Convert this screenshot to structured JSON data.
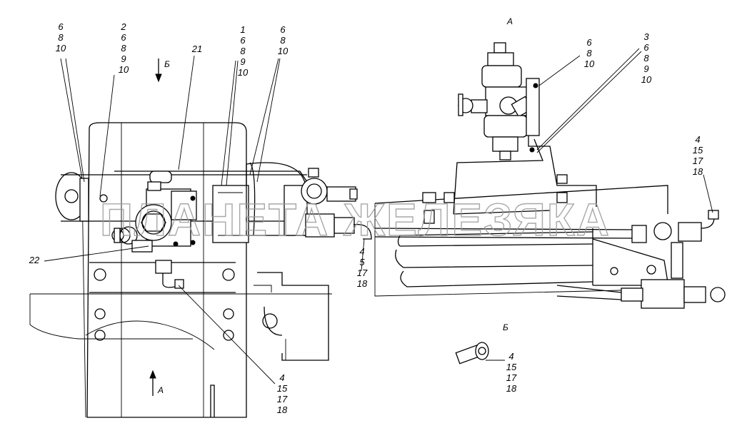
{
  "view_labels": {
    "view_a_top": "А",
    "view_b_top": "Б",
    "view_a_bottom": "А",
    "view_b_right": "Б"
  },
  "callouts": {
    "c1": [
      "6",
      "8",
      "10"
    ],
    "c2": [
      "2",
      "6",
      "8",
      "9",
      "10"
    ],
    "c3": [
      "21"
    ],
    "c4": [
      "1",
      "6",
      "8",
      "9",
      "10"
    ],
    "c5": [
      "6",
      "8",
      "10"
    ],
    "c6": [
      "6",
      "8",
      "10"
    ],
    "c7": [
      "3",
      "6",
      "8",
      "9",
      "10"
    ],
    "c8": [
      "4",
      "15",
      "17",
      "18"
    ],
    "c9": [
      "22"
    ],
    "c10": [
      "4",
      "5",
      "17",
      "18"
    ],
    "c11": [
      "4",
      "15",
      "17",
      "18"
    ],
    "c12": [
      "4",
      "15",
      "17",
      "18"
    ]
  },
  "watermark": "ПЛАНЕТА ЖЕЛЕЗЯКА"
}
